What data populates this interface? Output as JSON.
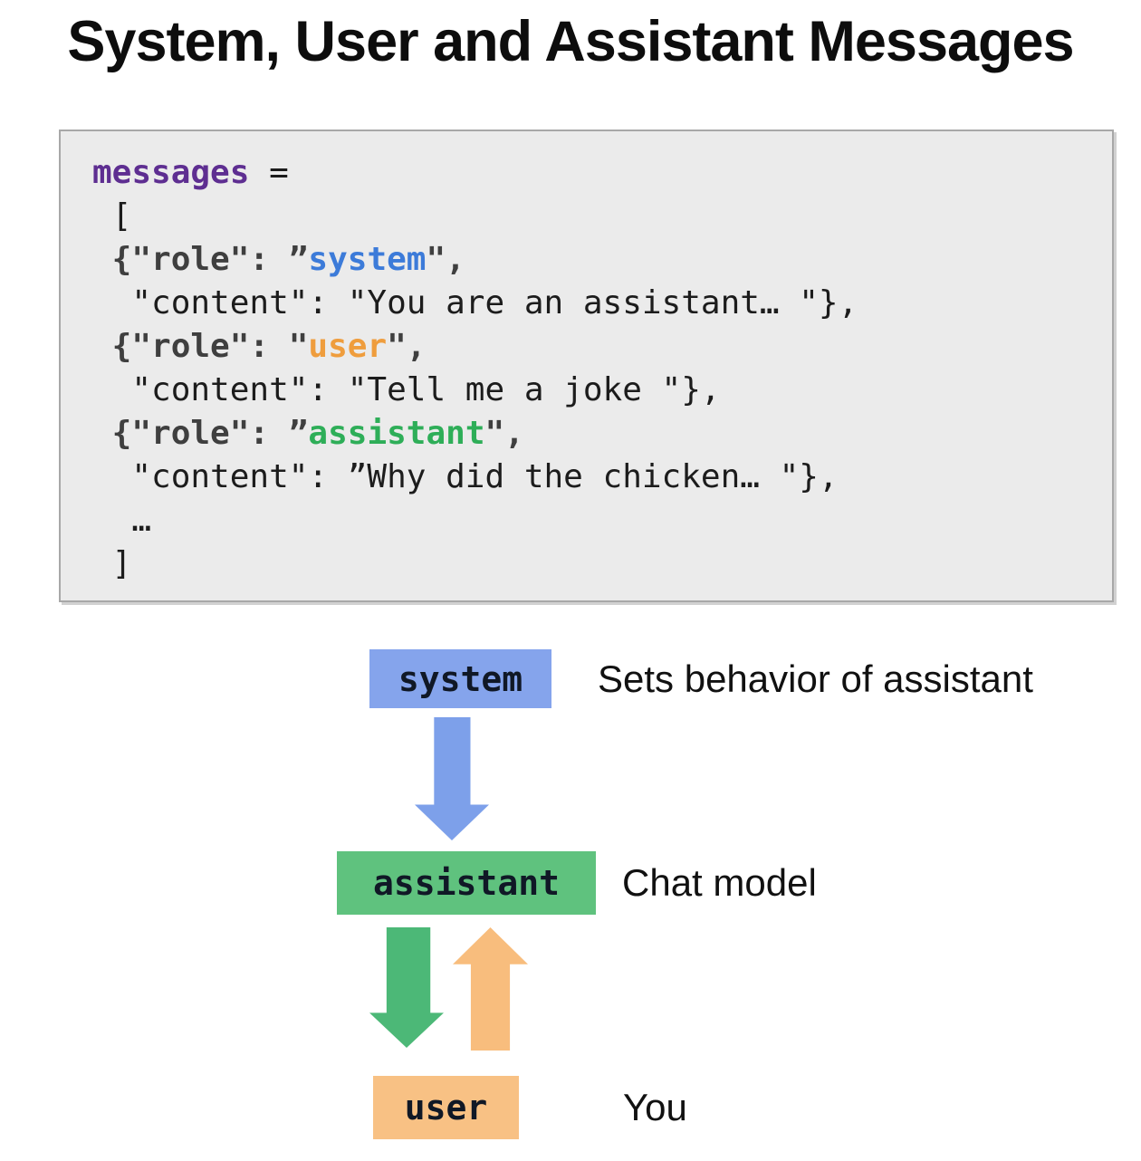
{
  "title": "System, User and Assistant Messages",
  "code": {
    "lines": [
      {
        "s": [
          "messages",
          " ="
        ]
      },
      {
        "s": [
          " ["
        ]
      },
      {
        "s": [
          " {\"role\": ”",
          "system",
          "\","
        ]
      },
      {
        "s": [
          "  \"content\": \"You are an assistant… \"},"
        ]
      },
      {
        "s": [
          " {\"role\": \"",
          "user",
          "\","
        ]
      },
      {
        "s": [
          "  \"content\": \"Tell me a joke \"},"
        ]
      },
      {
        "s": [
          " {\"role\": ”",
          "assistant",
          "\","
        ]
      },
      {
        "s": [
          "  \"content\": ”Why did the chicken… \"},"
        ]
      },
      {
        "s": [
          "  …"
        ]
      },
      {
        "s": [
          " ]"
        ]
      }
    ]
  },
  "diagram": {
    "system_box": {
      "label": "system",
      "annotation": "Sets behavior of assistant"
    },
    "assistant_box": {
      "label": "assistant",
      "annotation": "Chat model"
    },
    "user_box": {
      "label": "user",
      "annotation": "You"
    },
    "arrows": [
      {
        "name": "system-to-assistant",
        "direction": "down",
        "color": "#7da0ea"
      },
      {
        "name": "assistant-to-user",
        "direction": "down",
        "color": "#4cb877"
      },
      {
        "name": "user-to-assistant",
        "direction": "up",
        "color": "#f8bd7d"
      }
    ]
  },
  "colors": {
    "system_box": "#85a4ec",
    "assistant_box": "#5fc27e",
    "user_box": "#f8c184",
    "arrow_blue": "#7da0ea",
    "arrow_green": "#4cb877",
    "arrow_orange": "#f8bd7d",
    "code_background": "#ebebeb",
    "keyword_purple": "#5e2e91",
    "role_system": "#3c7bd9",
    "role_user": "#ef9d3d",
    "role_assistant": "#2eae58"
  }
}
